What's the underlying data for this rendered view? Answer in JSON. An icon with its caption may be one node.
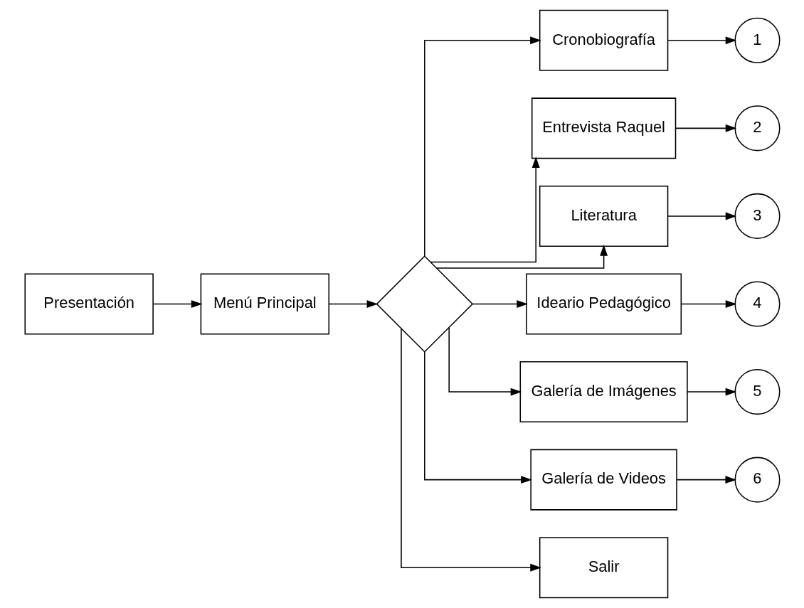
{
  "diagram": {
    "nodes": [
      {
        "text": [
          "Presentación"
        ]
      },
      {
        "text": [
          "Menú Principal"
        ]
      },
      {
        "text": [],
        "shape": "diamond"
      },
      {
        "text": [
          "Cronobiografía"
        ]
      },
      {
        "text": [
          "Entrevista Raquel"
        ]
      },
      {
        "text": [
          "Literatura"
        ]
      },
      {
        "text": [
          "Ideario Pedagógico"
        ]
      },
      {
        "text": [
          "Galería de Imágenes"
        ]
      },
      {
        "text": [
          "Galería de Videos"
        ]
      },
      {
        "text": [
          "Salir"
        ]
      },
      {
        "text": [
          "1"
        ]
      },
      {
        "text": [
          "2"
        ]
      },
      {
        "text": [
          "3"
        ]
      },
      {
        "text": [
          "4"
        ]
      },
      {
        "text": [
          "5"
        ]
      },
      {
        "text": [
          "6"
        ]
      }
    ],
    "edges": [
      {
        "from": 0,
        "to": 1,
        "arrow": "to"
      },
      {
        "from": 1,
        "to": 2,
        "arrow": "to"
      },
      {
        "from": 2,
        "to": 3,
        "arrow": "to"
      },
      {
        "from": 2,
        "to": 4,
        "arrow": "to"
      },
      {
        "from": 2,
        "to": 5,
        "arrow": "to"
      },
      {
        "from": 2,
        "to": 6,
        "arrow": "to"
      },
      {
        "from": 2,
        "to": 7,
        "arrow": "to"
      },
      {
        "from": 2,
        "to": 8,
        "arrow": "to"
      },
      {
        "from": 2,
        "to": 9,
        "arrow": "to"
      },
      {
        "from": 3,
        "to": 10,
        "arrow": "to"
      },
      {
        "from": 4,
        "to": 11,
        "arrow": "to"
      },
      {
        "from": 5,
        "to": 12,
        "arrow": "to"
      },
      {
        "from": 6,
        "to": 13,
        "arrow": "to"
      },
      {
        "from": 7,
        "to": 14,
        "arrow": "to"
      },
      {
        "from": 8,
        "to": 15,
        "arrow": "to"
      }
    ]
  }
}
